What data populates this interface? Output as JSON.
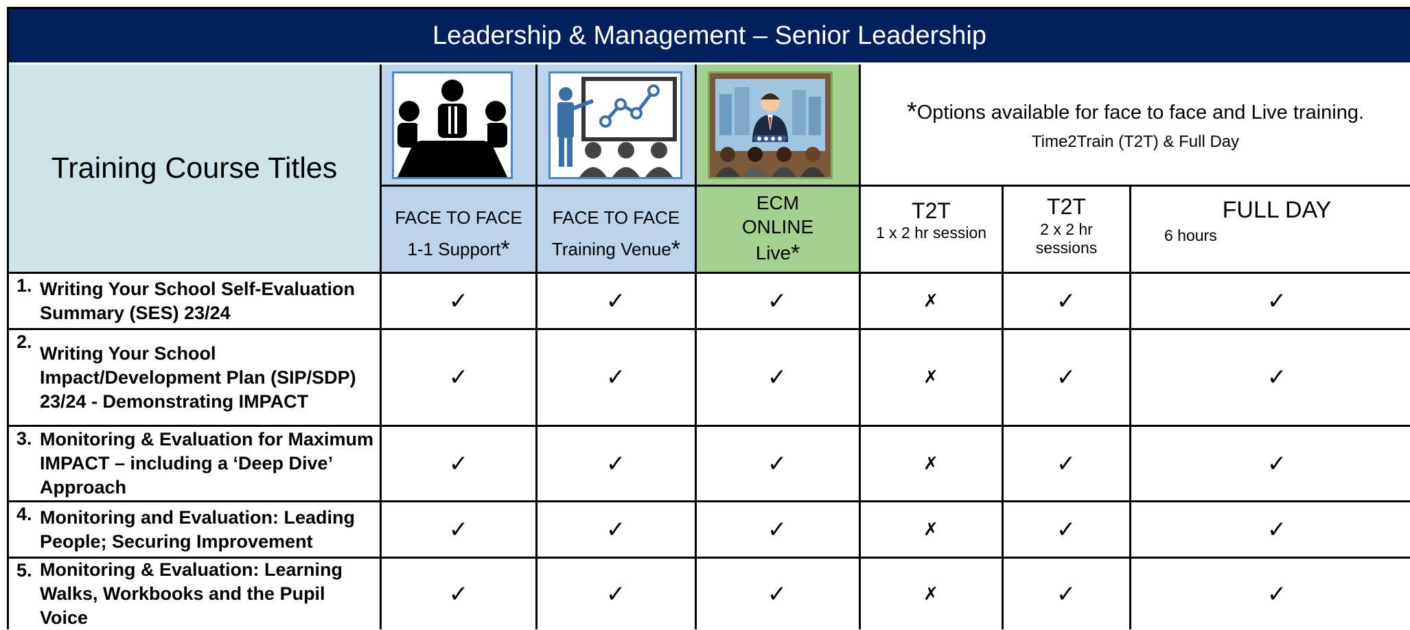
{
  "header": {
    "title": "Leadership & Management – Senior Leadership"
  },
  "table_title": "Training Course Titles",
  "note": {
    "line1_star": "*",
    "line1": "Options available for face to face and Live training.",
    "line2": "Time2Train (T2T) & Full Day"
  },
  "icons": [
    {
      "name": "meeting-table-icon"
    },
    {
      "name": "presenter-chart-icon"
    },
    {
      "name": "online-presenter-icon"
    }
  ],
  "columns": [
    {
      "line1": "FACE TO FACE",
      "line2": "1-1 Support",
      "star": "*"
    },
    {
      "line1": "FACE TO FACE",
      "line2": "Training Venue",
      "star": "*"
    },
    {
      "line1": "ECM",
      "line2": "ONLINE",
      "line3": "Live",
      "star": "*"
    },
    {
      "line1": "T2T",
      "line2": "1 x 2 hr session"
    },
    {
      "line1": "T2T",
      "line2": "2 x 2 hr",
      "line3": "sessions"
    },
    {
      "line1": "FULL DAY",
      "line2": "6 hours"
    }
  ],
  "marks": {
    "tick": "✓",
    "cross": "✗"
  },
  "rows": [
    {
      "num": "1.",
      "title": "Writing Your School Self-Evaluation Summary (SES) 23/24",
      "marks": [
        "✓",
        "✓",
        "✓",
        "✗",
        "✓",
        "✓"
      ]
    },
    {
      "num": "2.",
      "title": "Writing Your School Impact/Development Plan (SIP/SDP) 23/24 - Demonstrating IMPACT",
      "marks": [
        "✓",
        "✓",
        "✓",
        "✗",
        "✓",
        "✓"
      ]
    },
    {
      "num": "3.",
      "title": "Monitoring & Evaluation for Maximum IMPACT – including a ‘Deep Dive’ Approach",
      "marks": [
        "✓",
        "✓",
        "✓",
        "✗",
        "✓",
        "✓"
      ]
    },
    {
      "num": "4.",
      "title": "Monitoring and Evaluation: Leading People; Securing Improvement",
      "marks": [
        "✓",
        "✓",
        "✓",
        "✗",
        "✓",
        "✓"
      ]
    },
    {
      "num": "5.",
      "title": "Monitoring & Evaluation: Learning Walks, Workbooks and the Pupil Voice",
      "marks": [
        "✓",
        "✓",
        "✓",
        "✗",
        "✓",
        "✓"
      ]
    }
  ],
  "colors": {
    "header_bg": "#00215e",
    "title_bg": "#cfe3ea",
    "blue_bg": "#bdd3ea",
    "green_bg": "#a5d08d"
  }
}
